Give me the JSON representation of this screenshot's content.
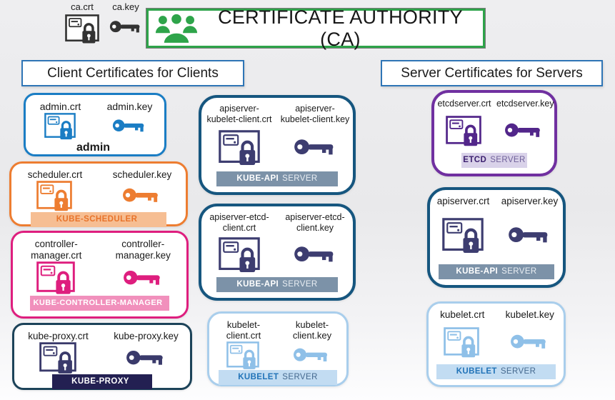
{
  "ca": {
    "crt_label": "ca.crt",
    "key_label": "ca.key",
    "title": "CERTIFICATE AUTHORITY (CA)",
    "colors": {
      "green": "#2EA44A"
    }
  },
  "headers": {
    "client": "Client Certificates for Clients",
    "server": "Server Certificates for Servers",
    "border_color": "#2E75B6"
  },
  "cards": [
    {
      "id": "admin",
      "crt": "admin.crt",
      "key": "admin.key",
      "badge": {
        "strong": "admin",
        "rest": ""
      },
      "colors": {
        "border": "#1A7DC4",
        "icon": "#1A7DC4",
        "badge_bg": "transparent",
        "badge_fg": "#1a1a1a",
        "badge_rest_fg": "#1a1a1a"
      }
    },
    {
      "id": "kube-scheduler",
      "crt": "scheduler.crt",
      "key": "scheduler.key",
      "badge": {
        "strong": "KUBE-SCHEDULER",
        "rest": ""
      },
      "colors": {
        "border": "#ED7D31",
        "icon": "#ED7D31",
        "badge_bg": "#F6BE93",
        "badge_fg": "#E8732A",
        "badge_rest_fg": "#E8732A"
      }
    },
    {
      "id": "kube-controller-manager",
      "crt": "controller-manager.crt",
      "key": "controller-manager.key",
      "badge": {
        "strong": "KUBE-CONTROLLER-MANAGER",
        "rest": ""
      },
      "colors": {
        "border": "#DE1E7E",
        "icon": "#DE1E7E",
        "badge_bg": "#F190BC",
        "badge_fg": "#FFFFFF",
        "badge_rest_fg": "#FFFFFF"
      }
    },
    {
      "id": "kube-proxy",
      "crt": "kube-proxy.crt",
      "key": "kube-proxy.key",
      "badge": {
        "strong": "KUBE-PROXY",
        "rest": ""
      },
      "colors": {
        "border": "#1C4359",
        "icon": "#3A3A6B",
        "badge_bg": "#232052",
        "badge_fg": "#FFFFFF",
        "badge_rest_fg": "#FFFFFF"
      }
    },
    {
      "id": "apiserver-kubelet-client",
      "crt": "apiserver-kubelet-client.crt",
      "key": "apiserver-kubelet-client.key",
      "badge": {
        "strong": "KUBE-API",
        "rest": "SERVER"
      },
      "colors": {
        "border": "#16567F",
        "icon": "#3D3D70",
        "badge_bg": "#7C92A8",
        "badge_fg": "#FFFFFF",
        "badge_rest_fg": "#E9EEF3"
      }
    },
    {
      "id": "apiserver-etcd-client",
      "crt": "apiserver-etcd-client.crt",
      "key": "apiserver-etcd-client.key",
      "badge": {
        "strong": "KUBE-API",
        "rest": "SERVER"
      },
      "colors": {
        "border": "#16567F",
        "icon": "#3D3D70",
        "badge_bg": "#7C92A8",
        "badge_fg": "#FFFFFF",
        "badge_rest_fg": "#E9EEF3"
      }
    },
    {
      "id": "kubelet-client",
      "crt": "kubelet-client.crt",
      "key": "kubelet-client.key",
      "badge": {
        "strong": "KUBELET",
        "rest": "SERVER"
      },
      "colors": {
        "border": "#A9CEEC",
        "icon": "#8FC0E8",
        "badge_bg": "#C2DCF2",
        "badge_fg": "#2173B8",
        "badge_rest_fg": "#44688E"
      }
    },
    {
      "id": "etcd-server",
      "crt": "etcdserver.crt",
      "key": "etcdserver.key",
      "badge": {
        "strong": "ETCD",
        "rest": "SERVER"
      },
      "colors": {
        "border": "#7030A0",
        "icon": "#52268A",
        "badge_bg": "#D9D2E9",
        "badge_fg": "#3B1F6E",
        "badge_rest_fg": "#70619A"
      }
    },
    {
      "id": "kube-api-server",
      "crt": "apiserver.crt",
      "key": "apiserver.key",
      "badge": {
        "strong": "KUBE-API",
        "rest": "SERVER"
      },
      "colors": {
        "border": "#16567F",
        "icon": "#3D3D70",
        "badge_bg": "#7C92A8",
        "badge_fg": "#FFFFFF",
        "badge_rest_fg": "#E9EEF3"
      }
    },
    {
      "id": "kubelet-server",
      "crt": "kubelet.crt",
      "key": "kubelet.key",
      "badge": {
        "strong": "KUBELET",
        "rest": "SERVER"
      },
      "colors": {
        "border": "#A9CEEC",
        "icon": "#8FC0E8",
        "badge_bg": "#C2DCF2",
        "badge_fg": "#2173B8",
        "badge_rest_fg": "#44688E"
      }
    }
  ]
}
